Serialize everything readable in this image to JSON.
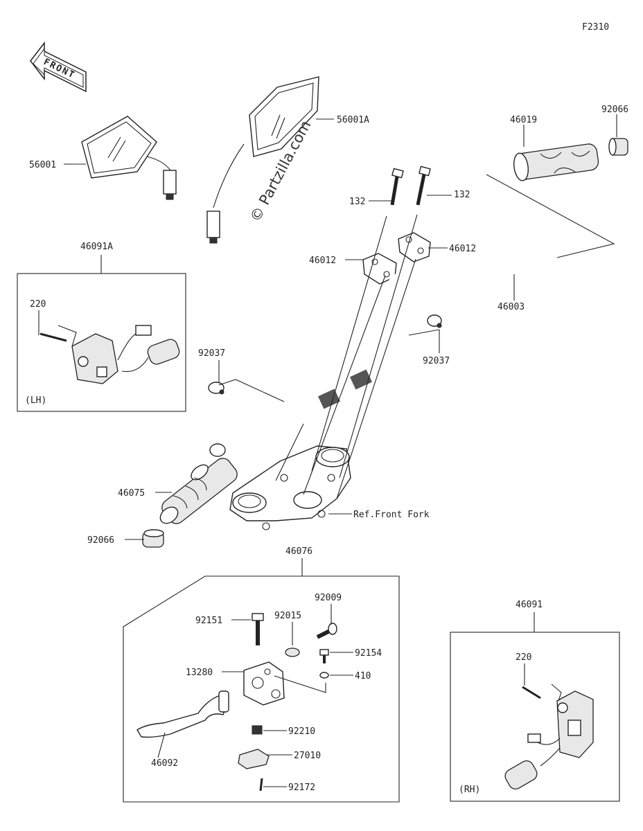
{
  "figure_code": "F2310",
  "front_label": "FRONT",
  "watermark": "© Partzilla.com",
  "ref_label": "Ref.Front Fork",
  "box_lh_tag": "(LH)",
  "box_rh_tag": "(RH)",
  "parts": {
    "mirror_left": "56001",
    "mirror_right": "56001A",
    "switch_lh_assy": "46091A",
    "screw_lh": "220",
    "grip_right": "46019",
    "end_cap_right": "92066",
    "bolt_left": "132",
    "bolt_right": "132",
    "holder_left": "46012",
    "holder_right": "46012",
    "handlebar": "46003",
    "clamp_left": "92037",
    "clamp_right": "92037",
    "grip_left": "46075",
    "end_cap_left": "92066",
    "lever_assy": "46076",
    "adjuster": "92009",
    "bolt_92151": "92151",
    "washer_92015": "92015",
    "screw_92154": "92154",
    "bracket": "13280",
    "washer_410": "410",
    "nut_92210": "92210",
    "lever": "46092",
    "switch_27010": "27010",
    "screw_92172": "92172",
    "switch_rh_assy": "46091",
    "screw_rh": "220"
  }
}
